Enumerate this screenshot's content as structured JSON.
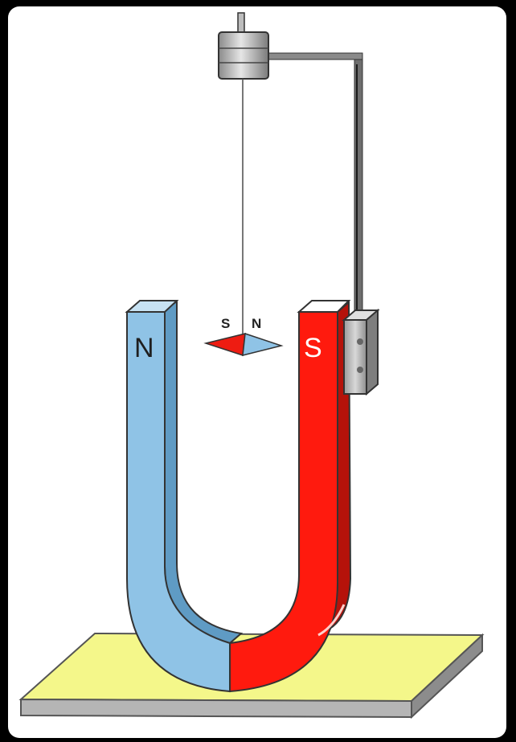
{
  "diagram": {
    "magnet": {
      "left_pole_label": "N",
      "right_pole_label": "S",
      "left_color": "#8fc3e6",
      "right_color": "#ff1a0e"
    },
    "compass_needle": {
      "left_label": "S",
      "right_label": "N",
      "left_color": "#ee1c12",
      "right_color": "#8fc3e6"
    },
    "base_color": "#f4f78a",
    "background_color": "#000000"
  }
}
